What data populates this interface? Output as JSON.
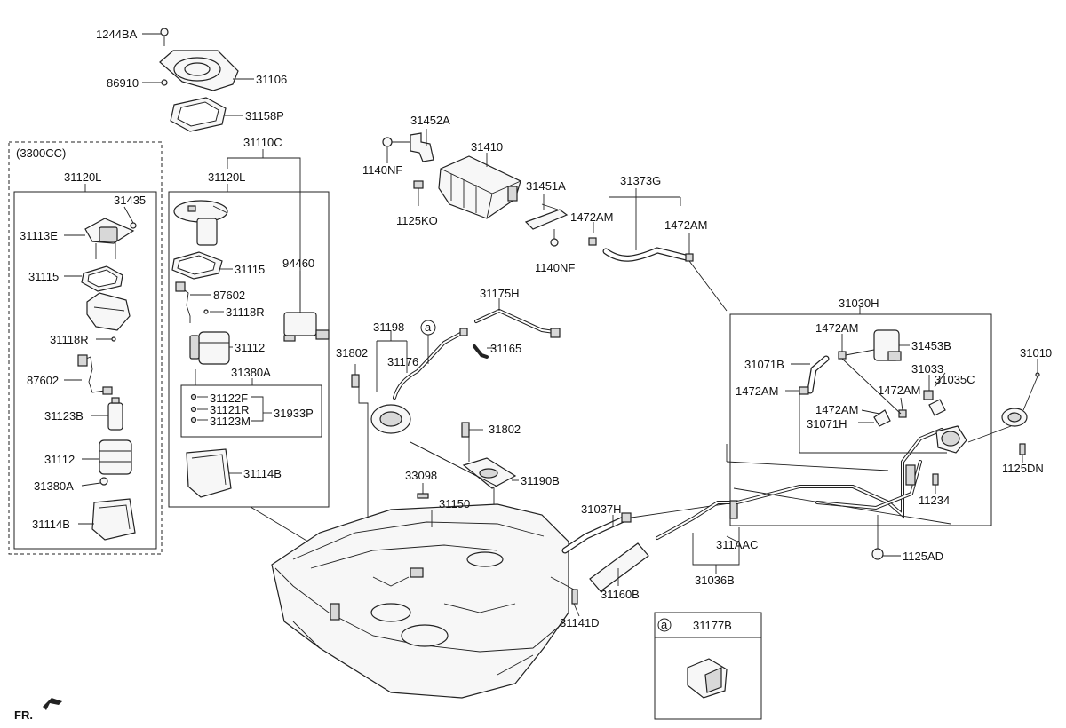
{
  "diagram": {
    "fr_label": "FR.",
    "group_3300cc": "(3300CC)",
    "inset_a_letter": "a",
    "inset_a_part": "31177B",
    "parts": {
      "p1244BA": "1244BA",
      "p86910": "86910",
      "p31106": "31106",
      "p31158P": "31158P",
      "p31110C": "31110C",
      "p31120L_left": "31120L",
      "p31120L_mid": "31120L",
      "p31435": "31435",
      "p31113E": "31113E",
      "p31115_left": "31115",
      "p31118R_left": "31118R",
      "p87602_left": "87602",
      "p31123B": "31123B",
      "p31112_left": "31112",
      "p31380A_left": "31380A",
      "p31114B_left": "31114B",
      "p31115_mid": "31115",
      "p87602_mid": "87602",
      "p31118R_mid": "31118R",
      "p31112_mid": "31112",
      "p31380A_mid": "31380A",
      "p31122F": "31122F",
      "p31121R": "31121R",
      "p31123M": "31123M",
      "p31933P": "31933P",
      "p31114B_mid": "31114B",
      "p94460": "94460",
      "p31452A": "31452A",
      "p31410": "31410",
      "p1140NF_top": "1140NF",
      "p1125KO": "1125KO",
      "p31451A": "31451A",
      "p1140NF_bottom": "1140NF",
      "p31373G": "31373G",
      "p1472AM_a": "1472AM",
      "p1472AM_b": "1472AM",
      "p31175H": "31175H",
      "p31198": "31198",
      "p31176": "31176",
      "p31165": "31165",
      "p31802_a": "31802",
      "p31802_b": "31802",
      "p31190B": "31190B",
      "p33098": "33098",
      "p31150": "31150",
      "p31037H": "31037H",
      "p311AAC": "311AAC",
      "p31036B": "31036B",
      "p31160B": "31160B",
      "p31141D": "31141D",
      "p31030H": "31030H",
      "p1472AM_c": "1472AM",
      "p31453B": "31453B",
      "p31071B": "31071B",
      "p31033": "31033",
      "p31035C": "31035C",
      "p1472AM_d": "1472AM",
      "p1472AM_e": "1472AM",
      "p1472AM_f": "1472AM",
      "p31071H": "31071H",
      "p31010": "31010",
      "p1125DN": "1125DN",
      "p11234": "11234",
      "p1125AD": "1125AD"
    }
  }
}
